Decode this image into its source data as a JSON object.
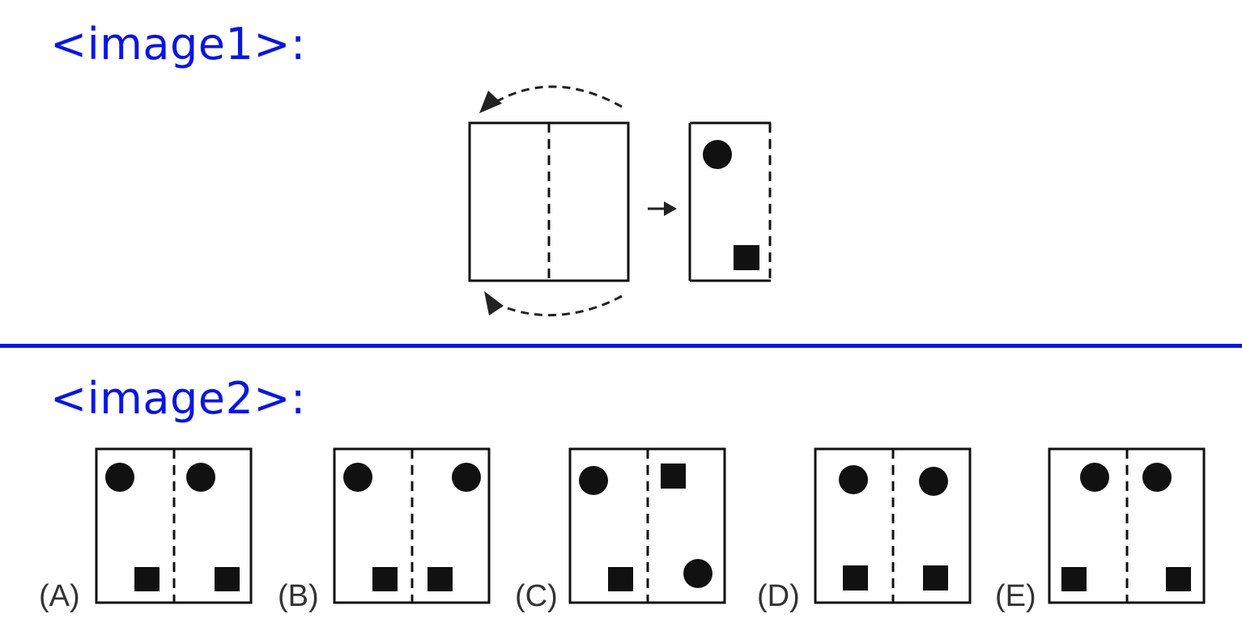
{
  "image1": {
    "label": "<image1>:"
  },
  "image2": {
    "label": "<image2>:",
    "options": [
      {
        "letter": "(A)"
      },
      {
        "letter": "(B)"
      },
      {
        "letter": "(C)"
      },
      {
        "letter": "(D)"
      },
      {
        "letter": "(E)"
      }
    ]
  },
  "colors": {
    "label_blue": "#0a16e0",
    "stroke": "#111111",
    "option_text": "#333333"
  }
}
